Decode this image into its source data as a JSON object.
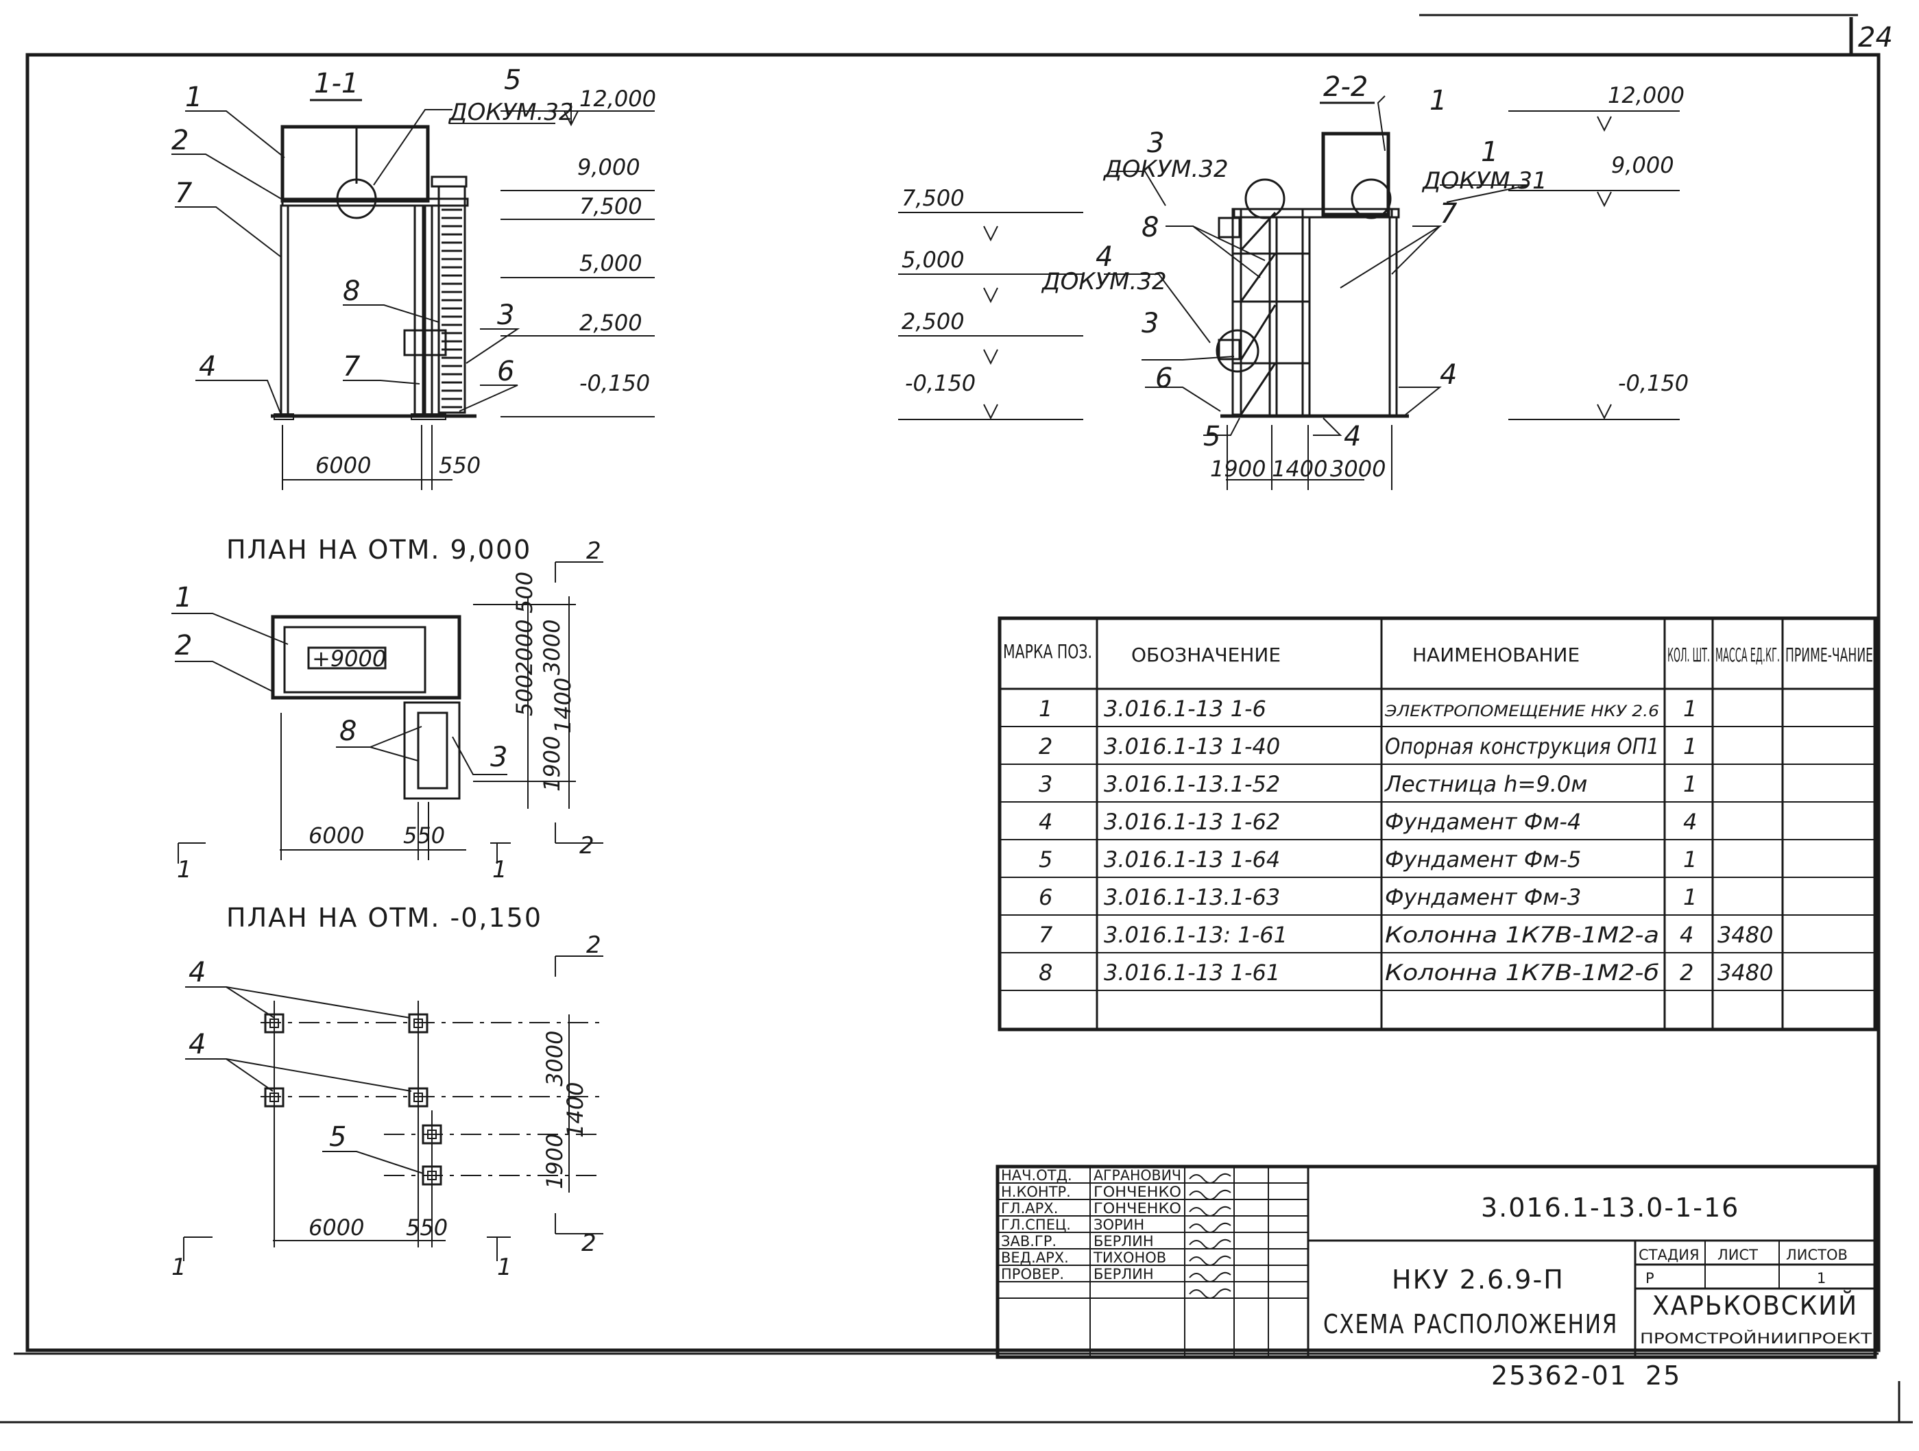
{
  "sheet": {
    "page_number": "24",
    "footer_code": "25362-01",
    "footer_page": "25"
  },
  "section_1_1": {
    "title": "1-1",
    "levels": [
      "12,000",
      "9,000",
      "7,500",
      "5,000",
      "2,500",
      "-0,150"
    ],
    "callouts": [
      "1",
      "2",
      "7",
      "4",
      "8",
      "7",
      "3",
      "6"
    ],
    "note_5": "5",
    "note_5_ref": "ДОКУМ.32",
    "dims": [
      "6000",
      "550"
    ]
  },
  "section_2_2": {
    "title": "2-2",
    "levels_left": [
      "7,500",
      "5,000",
      "2,500",
      "-0,150"
    ],
    "levels_right": [
      "12,000",
      "9,000",
      "-0,150"
    ],
    "callouts": [
      "1",
      "8",
      "7",
      "3",
      "6",
      "5",
      "4",
      "4"
    ],
    "note_3": "3",
    "note_3_ref": "ДОКУМ.32",
    "note_1": "1",
    "note_1_ref": "ДОКУМ.31",
    "note_4": "4",
    "note_4_ref": "ДОКУМ.32",
    "dims": [
      "1900",
      "1400",
      "3000"
    ]
  },
  "plan_9000": {
    "title": "ПЛАН НА ОТМ. 9,000",
    "level_tag": "+9000",
    "callouts": [
      "1",
      "2",
      "8",
      "3"
    ],
    "cut_marks": [
      "2",
      "2",
      "1",
      "1"
    ],
    "dims_h": [
      "6000",
      "550"
    ],
    "dims_v": [
      "500",
      "2000",
      "500",
      "3000",
      "1900",
      "1400"
    ]
  },
  "plan_0150": {
    "title": "ПЛАН НА ОТМ. -0,150",
    "callouts": [
      "4",
      "4",
      "5"
    ],
    "cut_marks": [
      "2",
      "2",
      "1",
      "1"
    ],
    "dims_h": [
      "6000",
      "550"
    ],
    "dims_v": [
      "3000",
      "1900",
      "1400"
    ]
  },
  "spec_table": {
    "headers": [
      "МАРКА ПОЗ.",
      "ОБОЗНАЧЕНИЕ",
      "НАИМЕНОВАНИЕ",
      "КОЛ. ШТ.",
      "МАССА ЕД.КГ.",
      "ПРИМЕ-ЧАНИЕ"
    ],
    "rows": [
      [
        "1",
        "3.016.1-13 1-6",
        "ЭЛЕКТРОПОМЕЩЕНИЕ НКУ 2.6",
        "1",
        "",
        ""
      ],
      [
        "2",
        "3.016.1-13 1-40",
        "Опорная конструкция ОП1",
        "1",
        "",
        ""
      ],
      [
        "3",
        "3.016.1-13.1-52",
        "Лестница h=9.0м",
        "1",
        "",
        ""
      ],
      [
        "4",
        "3.016.1-13 1-62",
        "Фундамент Фм-4",
        "4",
        "",
        ""
      ],
      [
        "5",
        "3.016.1-13 1-64",
        "Фундамент Фм-5",
        "1",
        "",
        ""
      ],
      [
        "6",
        "3.016.1-13.1-63",
        "Фундамент Фм-3",
        "1",
        "",
        ""
      ],
      [
        "7",
        "3.016.1-13: 1-61",
        "Колонна 1К7В-1М2-а",
        "4",
        "3480",
        ""
      ],
      [
        "8",
        "3.016.1-13 1-61",
        "Колонна 1К7В-1М2-б",
        "2",
        "3480",
        ""
      ],
      [
        "",
        "",
        "",
        "",
        "",
        ""
      ]
    ]
  },
  "title_block": {
    "document_code": "3.016.1-13.0-1-16",
    "object": "НКУ 2.6.9-П",
    "sheet_name": "СХЕМА РАСПОЛОЖЕНИЯ",
    "stage_header": "СТАДИЯ",
    "sheet_header": "ЛИСТ",
    "sheets_header": "ЛИСТОВ",
    "stage": "Р",
    "sheets": "1",
    "org_line1": "ХАРЬКОВСКИЙ",
    "org_line2": "ПРОМСТРОЙНИИПРОЕКТ",
    "signatures": [
      {
        "role": "НАЧ.ОТД.",
        "name": "АГРАНОВИЧ"
      },
      {
        "role": "Н.КОНТР.",
        "name": "ГОНЧЕНКО"
      },
      {
        "role": "ГЛ.АРХ.",
        "name": "ГОНЧЕНКО"
      },
      {
        "role": "ГЛ.СПЕЦ.",
        "name": "ЗОРИН"
      },
      {
        "role": "ЗАВ.ГР.",
        "name": "БЕРЛИН"
      },
      {
        "role": "ВЕД.АРХ.",
        "name": "ТИХОНОВ"
      },
      {
        "role": "ПРОВЕР.",
        "name": "БЕРЛИН"
      },
      {
        "role": "",
        "name": ""
      }
    ]
  }
}
